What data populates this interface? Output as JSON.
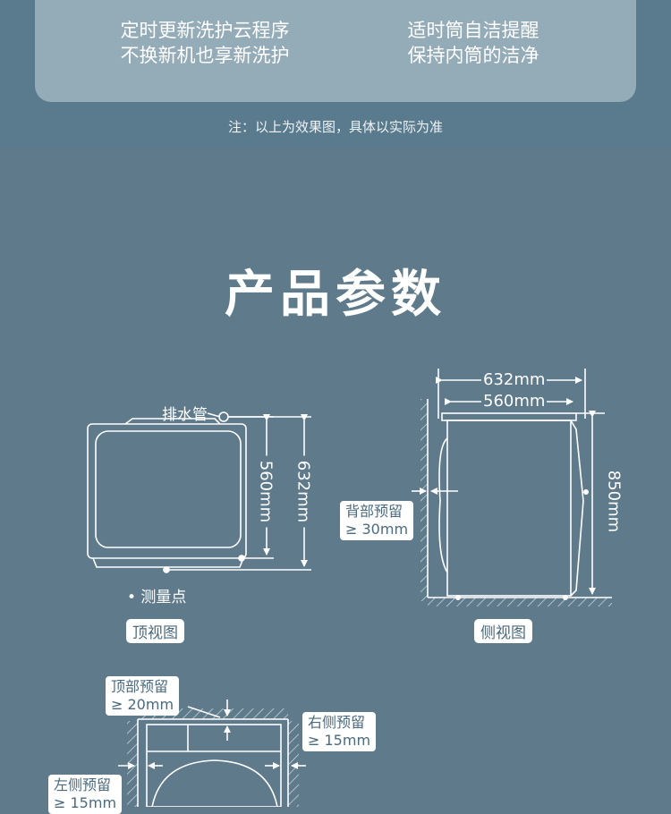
{
  "features": {
    "left": {
      "line1": "定时更新洗护云程序",
      "line2": "不换新机也享新洗护"
    },
    "right": {
      "line1": "适时筒自洁提醒",
      "line2": "保持内筒的洁净"
    }
  },
  "note": "注：以上为效果图，具体以实际为准",
  "section_title": "产品参数",
  "top_view": {
    "drain_pipe_label": "排水管",
    "depth_inner": "560mm",
    "depth_outer": "632mm",
    "measure_point_label": "• 测量点",
    "caption": "顶视图"
  },
  "side_view": {
    "width_outer": "632mm",
    "width_inner": "560mm",
    "height": "850mm",
    "back_clearance_title": "背部预留",
    "back_clearance_value": "≥ 30mm",
    "caption": "侧视图"
  },
  "front_view": {
    "top_clearance_title": "顶部预留",
    "top_clearance_value": "≥ 20mm",
    "right_clearance_title": "右侧预留",
    "right_clearance_value": "≥ 15mm",
    "left_clearance_title": "左侧预留",
    "left_clearance_value": "≥ 15mm"
  }
}
